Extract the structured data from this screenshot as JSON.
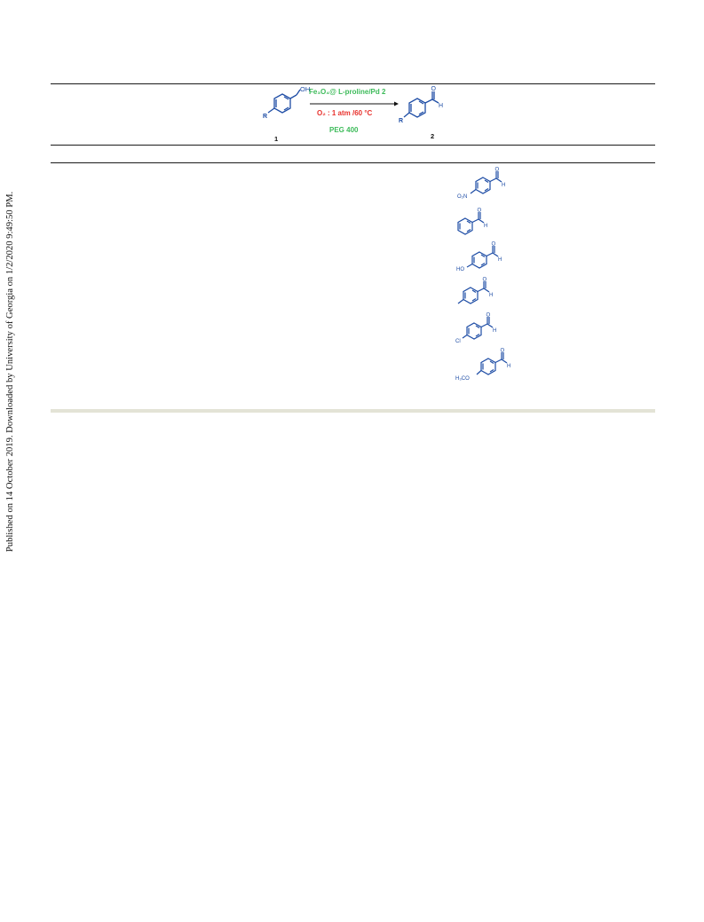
{
  "side_note": "Published on 14 October 2019. Downloaded by University of Georgia on 1/2/2020 9:49:50 PM.",
  "scheme": {
    "reactant_label": "1",
    "product_label": "2",
    "reactant_substituent": "R",
    "reactant_group": "OH",
    "product_group_o": "O",
    "product_group_h": "H",
    "condition_catalyst": "Fe₃O₄@ L-proline/Pd 2",
    "condition_oxidant": "O₂ : 1 atm /60 °C",
    "condition_solvent": "PEG 400",
    "colors": {
      "green": "#3dbb5a",
      "red": "#e8322d",
      "blue": "#1d4ca5",
      "black": "#111111"
    }
  },
  "products": [
    {
      "substituent": "O₂N",
      "aldehyde_o": "O",
      "aldehyde_h": "H"
    },
    {
      "substituent": "",
      "aldehyde_o": "O",
      "aldehyde_h": "H"
    },
    {
      "substituent": "HO",
      "aldehyde_o": "O",
      "aldehyde_h": "H"
    },
    {
      "substituent": "",
      "aldehyde_o": "O",
      "aldehyde_h": "H"
    },
    {
      "substituent": "Cl",
      "aldehyde_o": "O",
      "aldehyde_h": "H"
    },
    {
      "substituent": "H₃CO",
      "aldehyde_o": "O",
      "aldehyde_h": "H"
    }
  ]
}
